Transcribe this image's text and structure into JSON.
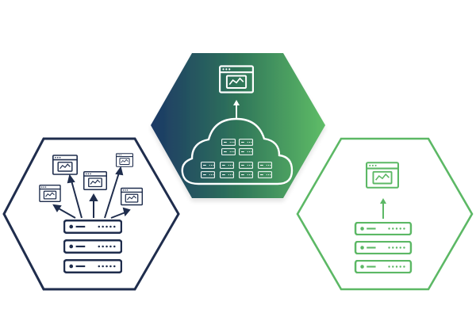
{
  "panels": [
    {
      "id": "dedicated-hosting",
      "icon": "server-with-multiple-windows-icon",
      "style": "outline",
      "color": "#1f2d4d"
    },
    {
      "id": "cloud-hosting",
      "icon": "cloud-server-cluster-icon",
      "style": "filled-gradient",
      "gradient": [
        "#1d3a66",
        "#5cb865"
      ],
      "color": "#ffffff"
    },
    {
      "id": "single-server-hosting",
      "icon": "server-with-single-window-icon",
      "style": "outline",
      "color": "#5cb865"
    }
  ],
  "colors": {
    "navy": "#1f2d4d",
    "green": "#5cb865",
    "background": "#ffffff"
  }
}
